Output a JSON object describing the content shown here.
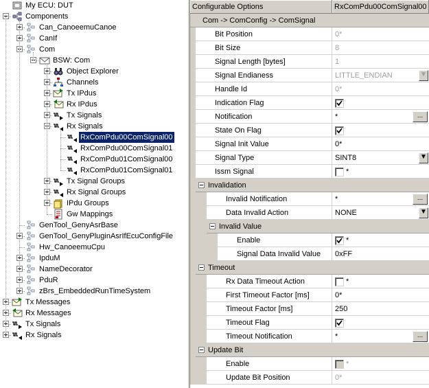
{
  "tree": [
    {
      "id": "t0",
      "label": "My ECU: DUT",
      "icon": "ecu-icon",
      "level": 0,
      "toggle": "none"
    },
    {
      "id": "t1",
      "label": "Components",
      "icon": "components-icon",
      "level": 0,
      "toggle": "minus"
    },
    {
      "id": "t2",
      "label": "Can_CanoeemuCanoe",
      "icon": "module-icon",
      "level": 1,
      "toggle": "plus"
    },
    {
      "id": "t3",
      "label": "CanIf",
      "icon": "module-icon",
      "level": 1,
      "toggle": "plus"
    },
    {
      "id": "t4",
      "label": "Com",
      "icon": "module-icon",
      "level": 1,
      "toggle": "minus"
    },
    {
      "id": "t5",
      "label": "BSW: Com",
      "icon": "envelope-icon",
      "level": 2,
      "toggle": "minus"
    },
    {
      "id": "t6",
      "label": "Object Explorer",
      "icon": "binoculars-icon",
      "level": 3,
      "toggle": "plus"
    },
    {
      "id": "t7",
      "label": "Channels",
      "icon": "channels-icon",
      "level": 3,
      "toggle": "plus"
    },
    {
      "id": "t8",
      "label": "Tx IPdus",
      "icon": "tx-pdu-icon",
      "level": 3,
      "toggle": "plus"
    },
    {
      "id": "t9",
      "label": "Rx IPdus",
      "icon": "rx-pdu-icon",
      "level": 3,
      "toggle": "plus"
    },
    {
      "id": "t10",
      "label": "Tx Signals",
      "icon": "tx-signal-icon",
      "level": 3,
      "toggle": "plus"
    },
    {
      "id": "t11",
      "label": "Rx Signals",
      "icon": "rx-signal-icon",
      "level": 3,
      "toggle": "minus"
    },
    {
      "id": "t12",
      "label": "RxComPdu00ComSignal00",
      "icon": "rx-signal-icon",
      "level": 4,
      "toggle": "none",
      "selected": true
    },
    {
      "id": "t13",
      "label": "RxComPdu00ComSignal01",
      "icon": "rx-signal-icon",
      "level": 4,
      "toggle": "none"
    },
    {
      "id": "t14",
      "label": "RxComPdu01ComSignal00",
      "icon": "rx-signal-icon",
      "level": 4,
      "toggle": "none"
    },
    {
      "id": "t15",
      "label": "RxComPdu01ComSignal01",
      "icon": "rx-signal-icon",
      "level": 4,
      "toggle": "none"
    },
    {
      "id": "t16",
      "label": "Tx Signal Groups",
      "icon": "tx-signal-icon",
      "level": 3,
      "toggle": "plus"
    },
    {
      "id": "t17",
      "label": "Rx Signal Groups",
      "icon": "rx-signal-icon",
      "level": 3,
      "toggle": "plus"
    },
    {
      "id": "t18",
      "label": "IPdu Groups",
      "icon": "pdu-group-icon",
      "level": 3,
      "toggle": "plus"
    },
    {
      "id": "t19",
      "label": "Gw Mappings",
      "icon": "gw-mapping-icon",
      "level": 3,
      "toggle": "none"
    },
    {
      "id": "t20",
      "label": "GenTool_GenyAsrBase",
      "icon": "module-icon",
      "level": 1,
      "toggle": "none"
    },
    {
      "id": "t21",
      "label": "GenTool_GenyPluginAsrIfEcuConfigFile",
      "icon": "module-icon",
      "level": 1,
      "toggle": "plus"
    },
    {
      "id": "t22",
      "label": "Hw_CanoeemuCpu",
      "icon": "module-icon",
      "level": 1,
      "toggle": "none"
    },
    {
      "id": "t23",
      "label": "IpduM",
      "icon": "module-icon",
      "level": 1,
      "toggle": "plus"
    },
    {
      "id": "t24",
      "label": "NameDecorator",
      "icon": "module-icon",
      "level": 1,
      "toggle": "plus"
    },
    {
      "id": "t25",
      "label": "PduR",
      "icon": "module-icon",
      "level": 1,
      "toggle": "plus"
    },
    {
      "id": "t26",
      "label": "zBrs_EmbeddedRunTimeSystem",
      "icon": "module-icon",
      "level": 1,
      "toggle": "plus"
    },
    {
      "id": "t27",
      "label": "Tx Messages",
      "icon": "tx-pdu-icon",
      "level": 0,
      "toggle": "plus"
    },
    {
      "id": "t28",
      "label": "Rx Messages",
      "icon": "rx-pdu-icon",
      "level": 0,
      "toggle": "plus"
    },
    {
      "id": "t29",
      "label": "Tx Signals",
      "icon": "tx-signal-icon",
      "level": 0,
      "toggle": "plus"
    },
    {
      "id": "t30",
      "label": "Rx Signals",
      "icon": "rx-signal-icon",
      "level": 0,
      "toggle": "plus"
    }
  ],
  "grid": {
    "header": {
      "col1": "Configurable Options",
      "col2": "RxComPdu00ComSignal00"
    },
    "rows": [
      {
        "kind": "section",
        "level": 0,
        "label": "Com -> ComConfig -> ComSignal",
        "toggle": "none"
      },
      {
        "kind": "prop",
        "level": 0,
        "label": "Bit Position",
        "value": "0*",
        "editor": "text",
        "readonly": true
      },
      {
        "kind": "prop",
        "level": 0,
        "label": "Bit Size",
        "value": "8",
        "editor": "text",
        "readonly": true
      },
      {
        "kind": "prop",
        "level": 0,
        "label": "Signal Length [bytes]",
        "value": "1",
        "editor": "text",
        "readonly": true
      },
      {
        "kind": "prop",
        "level": 0,
        "label": "Signal Endianess",
        "value": "LITTLE_ENDIAN",
        "editor": "dropdown",
        "readonly": true
      },
      {
        "kind": "prop",
        "level": 0,
        "label": "Handle Id",
        "value": "0*",
        "editor": "text",
        "readonly": true
      },
      {
        "kind": "prop",
        "level": 0,
        "label": "Indication Flag",
        "editor": "checkbox",
        "checked": true,
        "value": ""
      },
      {
        "kind": "prop",
        "level": 0,
        "label": "Notification",
        "value": "*",
        "editor": "ellipsis"
      },
      {
        "kind": "prop",
        "level": 0,
        "label": "State On Flag",
        "editor": "checkbox",
        "checked": true,
        "value": ""
      },
      {
        "kind": "prop",
        "level": 0,
        "label": "Signal Init Value",
        "value": "0*",
        "editor": "text"
      },
      {
        "kind": "prop",
        "level": 0,
        "label": "Signal Type",
        "value": "SINT8",
        "editor": "dropdown"
      },
      {
        "kind": "prop",
        "level": 0,
        "label": "Issm Signal",
        "editor": "checkbox",
        "checked": false,
        "value": "*"
      },
      {
        "kind": "section",
        "level": 1,
        "label": "Invalidation",
        "toggle": "minus"
      },
      {
        "kind": "prop",
        "level": 1,
        "label": "Invalid Notification",
        "value": "*",
        "editor": "ellipsis"
      },
      {
        "kind": "prop",
        "level": 1,
        "label": "Data Invalid Action",
        "value": "NONE",
        "editor": "dropdown"
      },
      {
        "kind": "section",
        "level": 2,
        "label": "Invalid Value",
        "toggle": "minus"
      },
      {
        "kind": "prop",
        "level": 2,
        "label": "Enable",
        "editor": "checkbox",
        "checked": true,
        "value": "*"
      },
      {
        "kind": "prop",
        "level": 2,
        "label": "Signal Data Invalid Value",
        "value": "0xFF",
        "editor": "text"
      },
      {
        "kind": "section",
        "level": 1,
        "label": "Timeout",
        "toggle": "minus"
      },
      {
        "kind": "prop",
        "level": 1,
        "label": "Rx Data Timeout Action",
        "editor": "checkbox",
        "checked": false,
        "value": "*"
      },
      {
        "kind": "prop",
        "level": 1,
        "label": "First Timeout Factor [ms]",
        "value": "0*",
        "editor": "text"
      },
      {
        "kind": "prop",
        "level": 1,
        "label": "Timeout Factor [ms]",
        "value": "250",
        "editor": "text"
      },
      {
        "kind": "prop",
        "level": 1,
        "label": "Timeout Flag",
        "editor": "checkbox",
        "checked": true,
        "value": ""
      },
      {
        "kind": "prop",
        "level": 1,
        "label": "Timeout Notification",
        "value": "*",
        "editor": "ellipsis"
      },
      {
        "kind": "section",
        "level": 1,
        "label": "Update Bit",
        "toggle": "minus"
      },
      {
        "kind": "prop",
        "level": 1,
        "label": "Enable",
        "editor": "checkbox",
        "checked": false,
        "disabled": true,
        "value": "*"
      },
      {
        "kind": "prop",
        "level": 1,
        "label": "Update Bit Position",
        "value": "0*",
        "editor": "text",
        "readonly": true
      }
    ],
    "ellipsis_label": "...",
    "dropdown_glyph": "▼"
  },
  "colors": {
    "selection": "#0a246a",
    "panel": "#d4d0c8",
    "readonly_text": "#a0a0a0"
  }
}
